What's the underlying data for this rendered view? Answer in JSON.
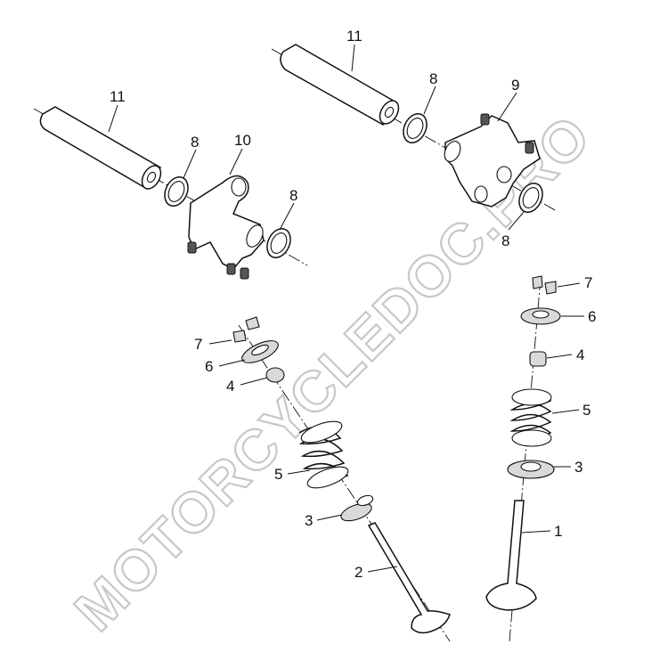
{
  "watermark": "MOTORCYCLEDOC.PRO",
  "callouts": {
    "c1": "1",
    "c2": "2",
    "c3_left": "3",
    "c3_right": "3",
    "c4_left": "4",
    "c4_right": "4",
    "c5_left": "5",
    "c5_right": "5",
    "c6_left": "6",
    "c6_right": "6",
    "c7_left": "7",
    "c7_right": "7",
    "c8_a": "8",
    "c8_b": "8",
    "c8_c": "8",
    "c8_d": "8",
    "c9": "9",
    "c10": "10",
    "c11_left": "11",
    "c11_right": "11"
  }
}
